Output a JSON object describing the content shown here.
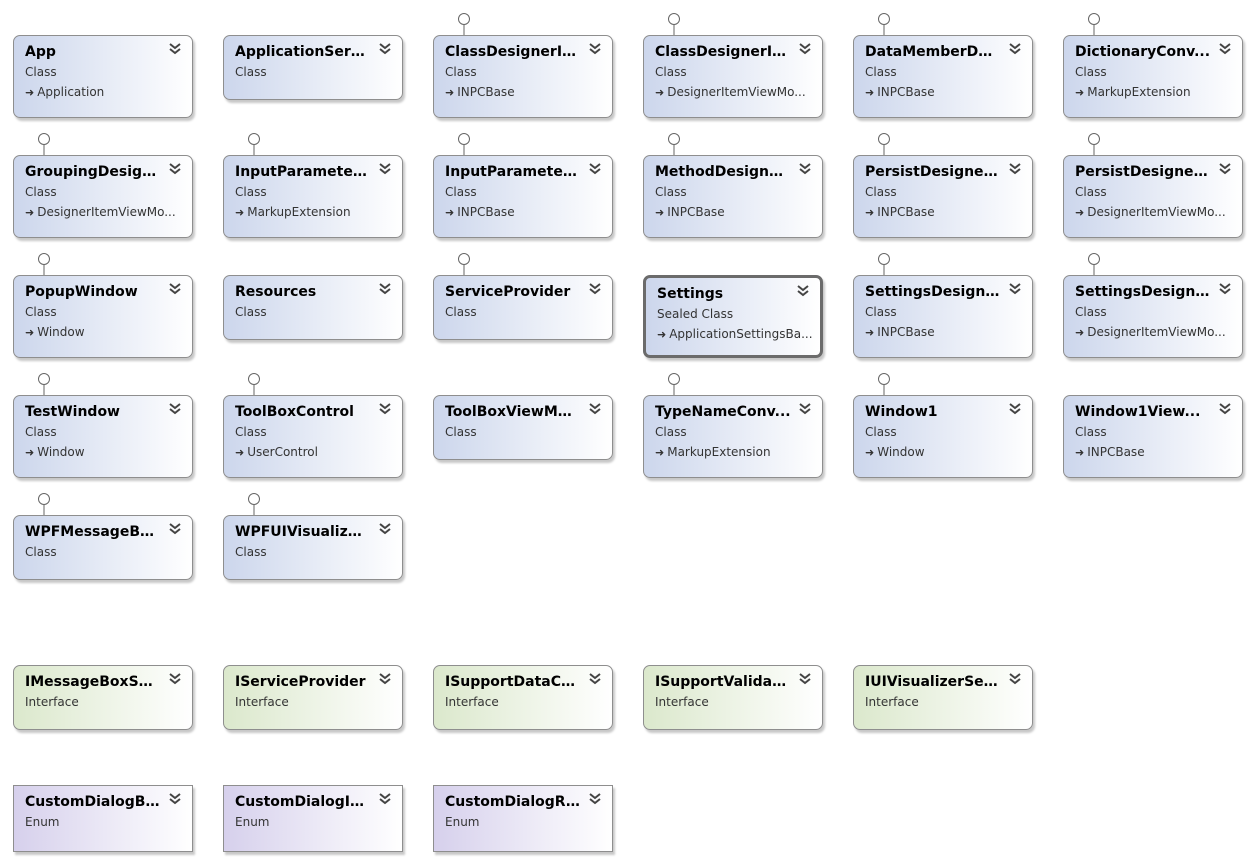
{
  "diagram": {
    "classes_row1": [
      {
        "name": "App",
        "stereotype": "Class",
        "base": "Application",
        "iface": false
      },
      {
        "name": "ApplicationServ...",
        "stereotype": "Class",
        "base": "",
        "iface": false
      },
      {
        "name": "ClassDesignerIt...",
        "stereotype": "Class",
        "base": "INPCBase",
        "iface": true
      },
      {
        "name": "ClassDesignerIt...",
        "stereotype": "Class",
        "base": "DesignerItemViewMo...",
        "iface": true
      },
      {
        "name": "DataMemberDe...",
        "stereotype": "Class",
        "base": "INPCBase",
        "iface": true
      },
      {
        "name": "DictionaryConv...",
        "stereotype": "Class",
        "base": "MarkupExtension",
        "iface": true
      }
    ],
    "classes_row2": [
      {
        "name": "GroupingDesign...",
        "stereotype": "Class",
        "base": "DesignerItemViewMo...",
        "iface": true
      },
      {
        "name": "InputParameter...",
        "stereotype": "Class",
        "base": "MarkupExtension",
        "iface": true
      },
      {
        "name": "InputParameter...",
        "stereotype": "Class",
        "base": "INPCBase",
        "iface": true
      },
      {
        "name": "MethodDesigne...",
        "stereotype": "Class",
        "base": "INPCBase",
        "iface": true
      },
      {
        "name": "PersistDesignerI...",
        "stereotype": "Class",
        "base": "INPCBase",
        "iface": true
      },
      {
        "name": "PersistDesignerI...",
        "stereotype": "Class",
        "base": "DesignerItemViewMo...",
        "iface": true
      }
    ],
    "classes_row3": [
      {
        "name": "PopupWindow",
        "stereotype": "Class",
        "base": "Window",
        "iface": true
      },
      {
        "name": "Resources",
        "stereotype": "Class",
        "base": "",
        "iface": false
      },
      {
        "name": "ServiceProvider",
        "stereotype": "Class",
        "base": "",
        "iface": true
      },
      {
        "name": "Settings",
        "stereotype": "Sealed Class",
        "base": "ApplicationSettingsBa...",
        "iface": false,
        "selected": true
      },
      {
        "name": "SettingsDesigne...",
        "stereotype": "Class",
        "base": "INPCBase",
        "iface": true
      },
      {
        "name": "SettingsDesigne...",
        "stereotype": "Class",
        "base": "DesignerItemViewMo...",
        "iface": true
      }
    ],
    "classes_row4": [
      {
        "name": "TestWindow",
        "stereotype": "Class",
        "base": "Window",
        "iface": true
      },
      {
        "name": "ToolBoxControl",
        "stereotype": "Class",
        "base": "UserControl",
        "iface": true
      },
      {
        "name": "ToolBoxViewMo...",
        "stereotype": "Class",
        "base": "",
        "iface": false
      },
      {
        "name": "TypeNameConv...",
        "stereotype": "Class",
        "base": "MarkupExtension",
        "iface": true
      },
      {
        "name": "Window1",
        "stereotype": "Class",
        "base": "Window",
        "iface": true
      },
      {
        "name": "Window1View...",
        "stereotype": "Class",
        "base": "INPCBase",
        "iface": false
      }
    ],
    "classes_row5": [
      {
        "name": "WPFMessageBo...",
        "stereotype": "Class",
        "base": "",
        "iface": true
      },
      {
        "name": "WPFUIVisualizer...",
        "stereotype": "Class",
        "base": "",
        "iface": true
      }
    ],
    "interfaces": [
      {
        "name": "IMessageBoxSer...",
        "stereotype": "Interface"
      },
      {
        "name": "IServiceProvider",
        "stereotype": "Interface"
      },
      {
        "name": "ISupportDataCh...",
        "stereotype": "Interface"
      },
      {
        "name": "ISupportValidati...",
        "stereotype": "Interface"
      },
      {
        "name": "IUIVisualizerSer...",
        "stereotype": "Interface"
      }
    ],
    "enums": [
      {
        "name": "CustomDialogB...",
        "stereotype": "Enum"
      },
      {
        "name": "CustomDialogIc...",
        "stereotype": "Enum"
      },
      {
        "name": "CustomDialogR...",
        "stereotype": "Enum"
      }
    ],
    "icons": {
      "expand": "double-chevron-down-icon",
      "inheritance": "inheritance-arrow-icon",
      "lollipop": "interface-lollipop-icon"
    },
    "colors": {
      "class_fill": "#ccd6ec",
      "interface_fill": "#dbe8cc",
      "enum_fill": "#d6d0ec",
      "border": "#8e8e8e",
      "selected_border": "#6b6b6b"
    }
  }
}
